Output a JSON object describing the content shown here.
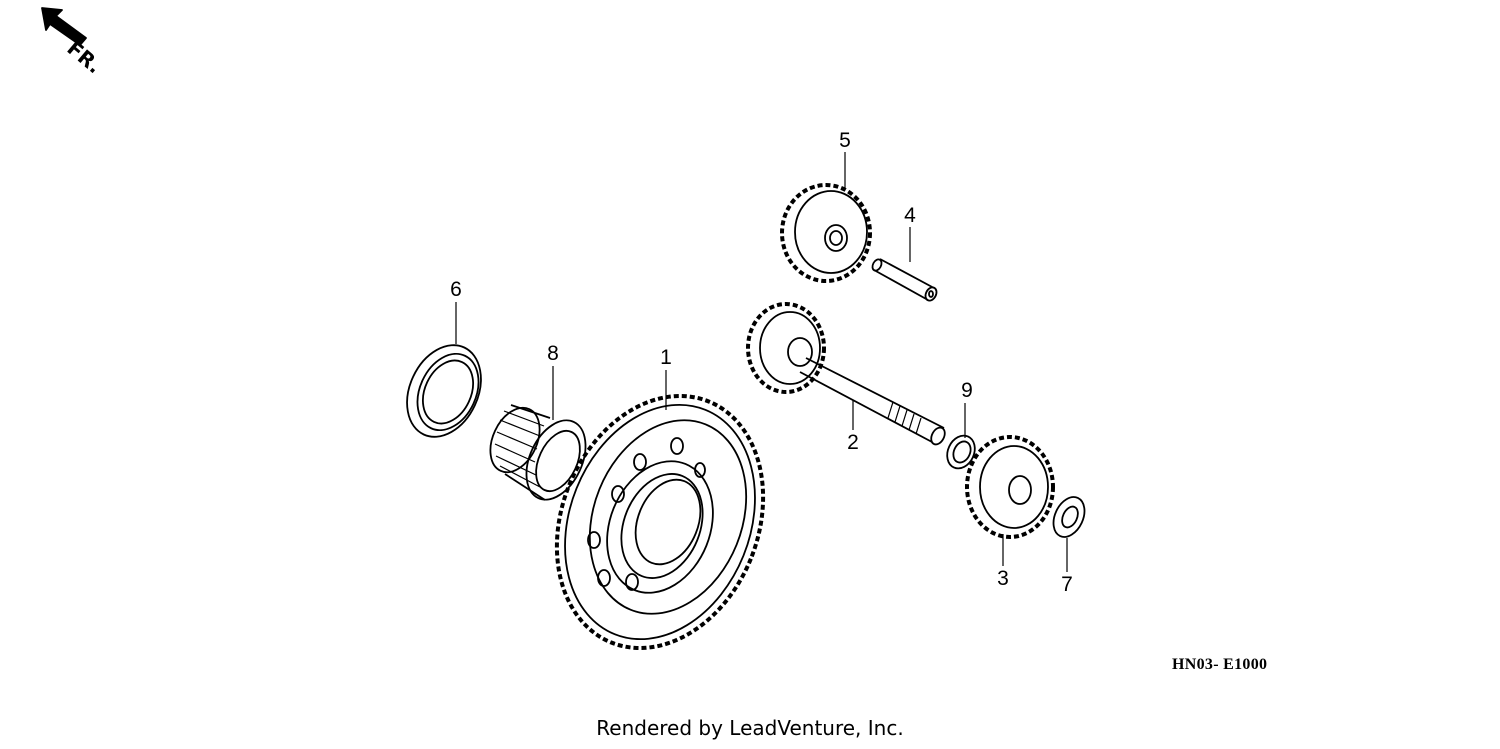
{
  "orientation": {
    "label": "FR.",
    "icon": "front-direction-arrow-icon"
  },
  "callouts": [
    {
      "id": "1",
      "label": "1"
    },
    {
      "id": "2",
      "label": "2"
    },
    {
      "id": "3",
      "label": "3"
    },
    {
      "id": "4",
      "label": "4"
    },
    {
      "id": "5",
      "label": "5"
    },
    {
      "id": "6",
      "label": "6"
    },
    {
      "id": "7",
      "label": "7"
    },
    {
      "id": "8",
      "label": "8"
    },
    {
      "id": "9",
      "label": "9"
    }
  ],
  "diagram_code": "HN03- E1000",
  "footer": {
    "credit": "Rendered by LeadVenture, Inc."
  }
}
